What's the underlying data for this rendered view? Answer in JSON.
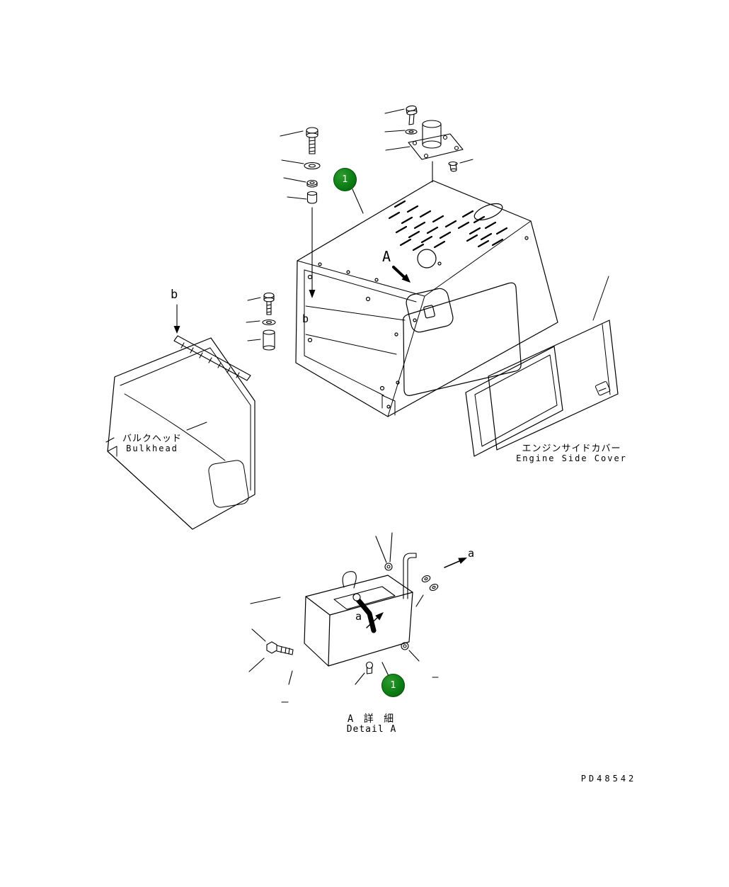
{
  "page": {
    "drawing_no": "PD48542"
  },
  "colors": {
    "callout_green": "#0c7f14",
    "line": "#000000",
    "background": "#ffffff"
  },
  "callouts": {
    "top": {
      "number": "1"
    },
    "detail": {
      "number": "1"
    }
  },
  "refs": {
    "view_a": "A",
    "b_top": "b",
    "b_inner": "b",
    "a_outer": "a",
    "a_inner": "a"
  },
  "parts": {
    "bulkhead": {
      "label_jp": "バルクヘッド",
      "label_en": "Bulkhead"
    },
    "engine_side_cover": {
      "label_jp": "エンジンサイドカバー",
      "label_en": "Engine Side Cover"
    }
  },
  "detail_view": {
    "title_jp": "A 詳 細",
    "title_en": "Detail A"
  }
}
